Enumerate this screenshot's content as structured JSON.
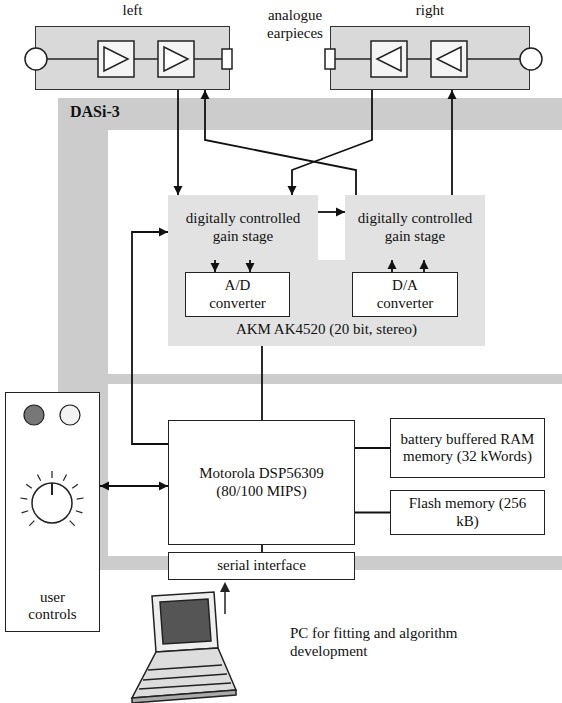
{
  "diagram": {
    "nodes": [
      {
        "text": [
          "left"
        ]
      },
      {
        "text": [
          "right"
        ]
      },
      {
        "text": [
          "DASi-3"
        ]
      },
      {
        "text": [
          "digitally controlled gain stage"
        ],
        "in": 2
      },
      {
        "text": [
          "digitally controlled gain stage"
        ],
        "in": 2
      },
      {
        "text": [
          "AKM AK4520 (20 bit, stereo)"
        ],
        "in": 2
      },
      {
        "text": [
          "A/D converter"
        ],
        "in": 5
      },
      {
        "text": [
          "D/A converter"
        ],
        "in": 5
      },
      {
        "text": [
          "user controls"
        ]
      },
      {
        "text": [
          "Motorola DSP56309 (80/100 MIPS)"
        ],
        "in": 2
      },
      {
        "text": [
          "battery buffered RAM memory (32 kWords)"
        ],
        "in": 2
      },
      {
        "text": [
          "Flash memory (256 kB)"
        ],
        "in": 2
      },
      {
        "text": [
          "serial interface"
        ],
        "in": 2
      }
    ],
    "edges": [
      {
        "from": 0,
        "to": 3,
        "arrow": "to"
      },
      {
        "from": 1,
        "to": 3,
        "arrow": "to"
      },
      {
        "from": 4,
        "to": 0,
        "arrow": "to"
      },
      {
        "from": 4,
        "to": 1,
        "arrow": "to"
      },
      {
        "from": 3,
        "to": 4,
        "arrow": "to"
      },
      {
        "from": 3,
        "to": 6,
        "arrow": "to"
      },
      {
        "from": 3,
        "to": 6,
        "arrow": "to"
      },
      {
        "from": 7,
        "to": 4,
        "arrow": "to"
      },
      {
        "from": 7,
        "to": 4,
        "arrow": "to"
      },
      {
        "from": 5,
        "to": 9,
        "arrow": "none"
      },
      {
        "from": 9,
        "to": 3,
        "arrow": "to"
      },
      {
        "from": 8,
        "to": 9,
        "arrow": "both"
      },
      {
        "from": 9,
        "to": 10,
        "arrow": "none"
      },
      {
        "from": 9,
        "to": 11,
        "arrow": "none"
      },
      {
        "from": 9,
        "to": 12,
        "arrow": "none"
      }
    ],
    "labels": [
      "analogue earpieces",
      "PC for fitting and algorithm development"
    ]
  }
}
